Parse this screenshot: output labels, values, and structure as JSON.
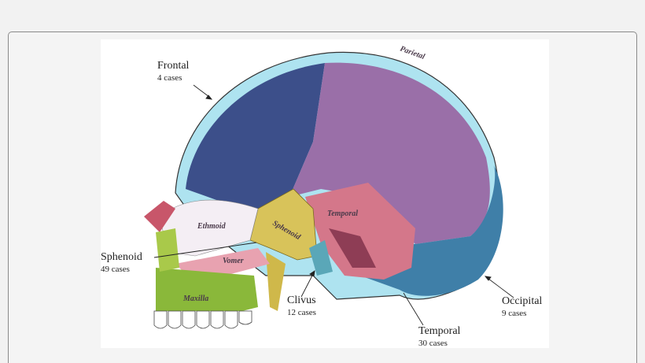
{
  "figure": {
    "callouts": [
      {
        "name": "Frontal",
        "count": "4 cases"
      },
      {
        "name": "Sphenoid",
        "count": "49 cases"
      },
      {
        "name": "Clivus",
        "count": "12 cases"
      },
      {
        "name": "Temporal",
        "count": "30 cases"
      },
      {
        "name": "Occipital",
        "count": "9 cases"
      }
    ],
    "bone_labels": {
      "parietal": "Parietal",
      "ethmoid": "Ethmoid",
      "temporal": "Temporal",
      "sphenoid": "Sphenoid",
      "vomer": "Vomer",
      "maxilla": "Maxilla"
    },
    "colors": {
      "frontal": "#3c4f8a",
      "parietal": "#9a6fa8",
      "temporal": "#d4778a",
      "sphenoid": "#d8c35a",
      "occipital": "#3f7fa8",
      "bone_edge": "#a9e0ef",
      "maxilla": "#8ab83a"
    }
  }
}
